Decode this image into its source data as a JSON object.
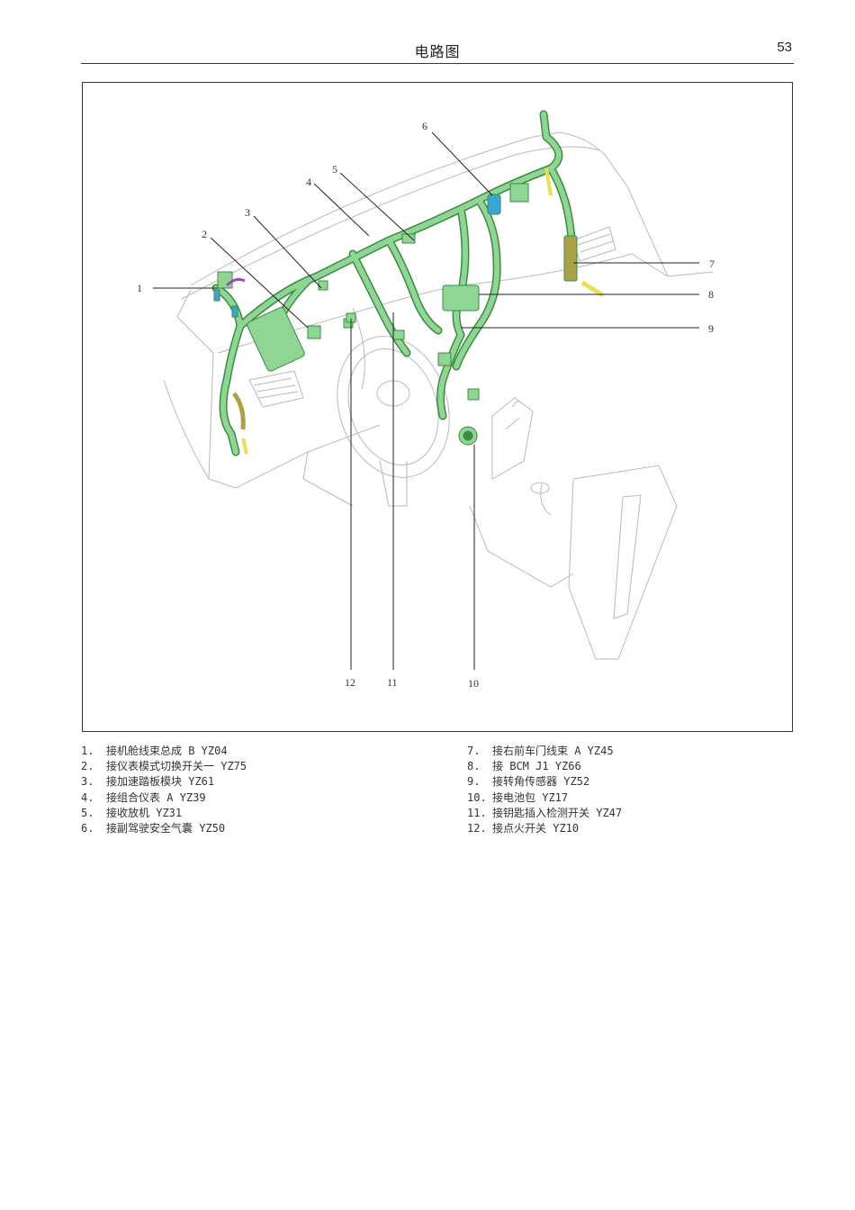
{
  "header": {
    "title": "电路图",
    "page_number": "53"
  },
  "figure": {
    "callouts": [
      "1",
      "2",
      "3",
      "4",
      "5",
      "6",
      "7",
      "8",
      "9",
      "10",
      "11",
      "12"
    ],
    "colors": {
      "harness": "#8fd694",
      "harness_stroke": "#3e8a45",
      "outline": "#b9b9b9",
      "yellow": "#e8e05a",
      "blue": "#3aa6d6",
      "purple": "#9b4fb0",
      "olive": "#a9a24a"
    }
  },
  "legend": {
    "left": [
      {
        "num": "1.",
        "text": "接机舱线束总成 B YZ04"
      },
      {
        "num": "2.",
        "text": "接仪表模式切换开关一 YZ75"
      },
      {
        "num": "3.",
        "text": "接加速踏板模块 YZ61"
      },
      {
        "num": "4.",
        "text": "接组合仪表 A YZ39"
      },
      {
        "num": "5.",
        "text": "接收放机 YZ31"
      },
      {
        "num": "6.",
        "text": "接副驾驶安全气囊 YZ50"
      }
    ],
    "right": [
      {
        "num": "7.",
        "text": "接右前车门线束 A YZ45"
      },
      {
        "num": "8.",
        "text": "接 BCM J1 YZ66"
      },
      {
        "num": "9.",
        "text": "接转角传感器 YZ52"
      },
      {
        "num": "10.",
        "text": "接电池包 YZ17"
      },
      {
        "num": "11.",
        "text": "接钥匙插入检测开关 YZ47"
      },
      {
        "num": "12.",
        "text": "接点火开关 YZ10"
      }
    ]
  }
}
